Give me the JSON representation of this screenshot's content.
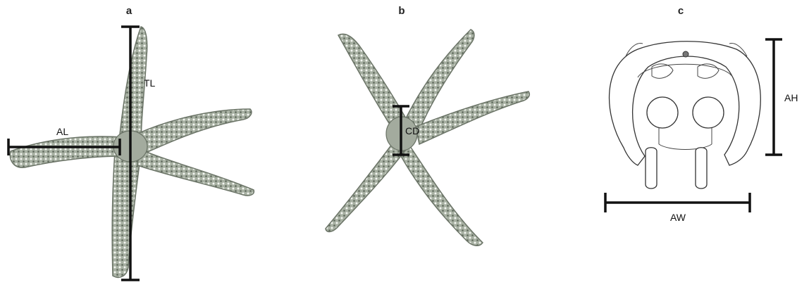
{
  "panels": [
    {
      "letter": "a",
      "labels": {
        "tl": "TL",
        "al": "AL"
      }
    },
    {
      "letter": "b",
      "labels": {
        "cd": "CD"
      }
    },
    {
      "letter": "c",
      "labels": {
        "ah": "AH",
        "aw": "AW"
      }
    }
  ]
}
